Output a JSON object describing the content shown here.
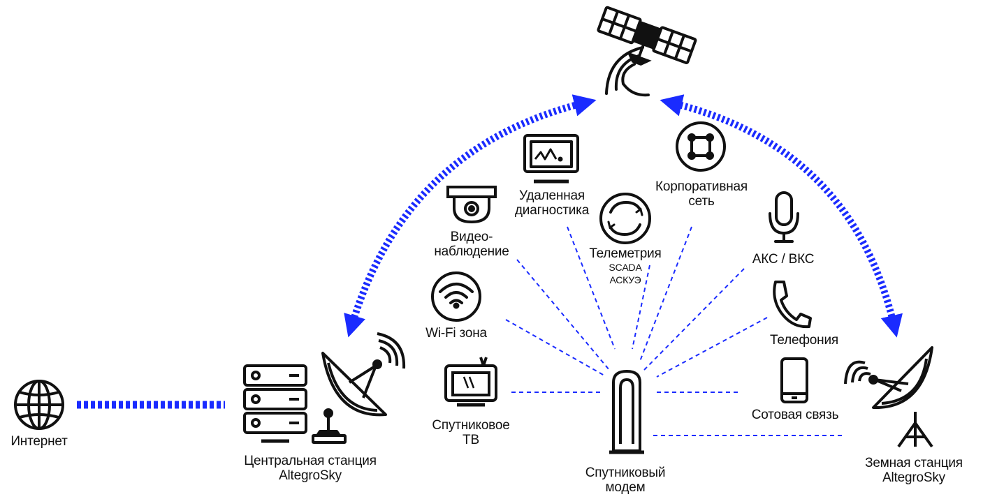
{
  "colors": {
    "accent": "#1a2bff",
    "line": "#111111",
    "background": "#ffffff"
  },
  "nodes": {
    "internet": {
      "label": "Интернет",
      "icon": "globe-icon"
    },
    "central_station": {
      "label_line1": "Центральная станция",
      "label_line2": "AltegroSky",
      "icons": [
        "server-rack-icon",
        "satellite-dish-icon"
      ]
    },
    "satellite": {
      "icon": "satellite-icon"
    },
    "modem": {
      "label_line1": "Спутниковый",
      "label_line2": "модем",
      "icon": "satellite-modem-icon"
    },
    "ground_station": {
      "label_line1": "Земная станция",
      "label_line2": "AltegroSky",
      "icon": "satellite-dish-tripod-icon"
    }
  },
  "services": {
    "tv": {
      "label_line1": "Спутниковое",
      "label_line2": "ТВ",
      "icon": "tv-icon"
    },
    "wifi": {
      "label": "Wi-Fi зона",
      "icon": "wifi-icon"
    },
    "video": {
      "label_line1": "Видео-",
      "label_line2": "наблюдение",
      "icon": "security-camera-icon"
    },
    "diagnostics": {
      "label_line1": "Удаленная",
      "label_line2": "диагностика",
      "icon": "monitor-icon"
    },
    "telemetry": {
      "label": "Телеметрия",
      "sub1": "SCADA",
      "sub2": "АСКУЭ",
      "icon": "telemetry-icon"
    },
    "corporate": {
      "label_line1": "Корпоративная",
      "label_line2": "сеть",
      "icon": "network-icon"
    },
    "voice": {
      "label": "АКС / ВКС",
      "icon": "microphone-icon"
    },
    "telephony": {
      "label": "Телефония",
      "icon": "phone-icon"
    },
    "cellular": {
      "label": "Сотовая связь",
      "icon": "smartphone-icon"
    }
  }
}
